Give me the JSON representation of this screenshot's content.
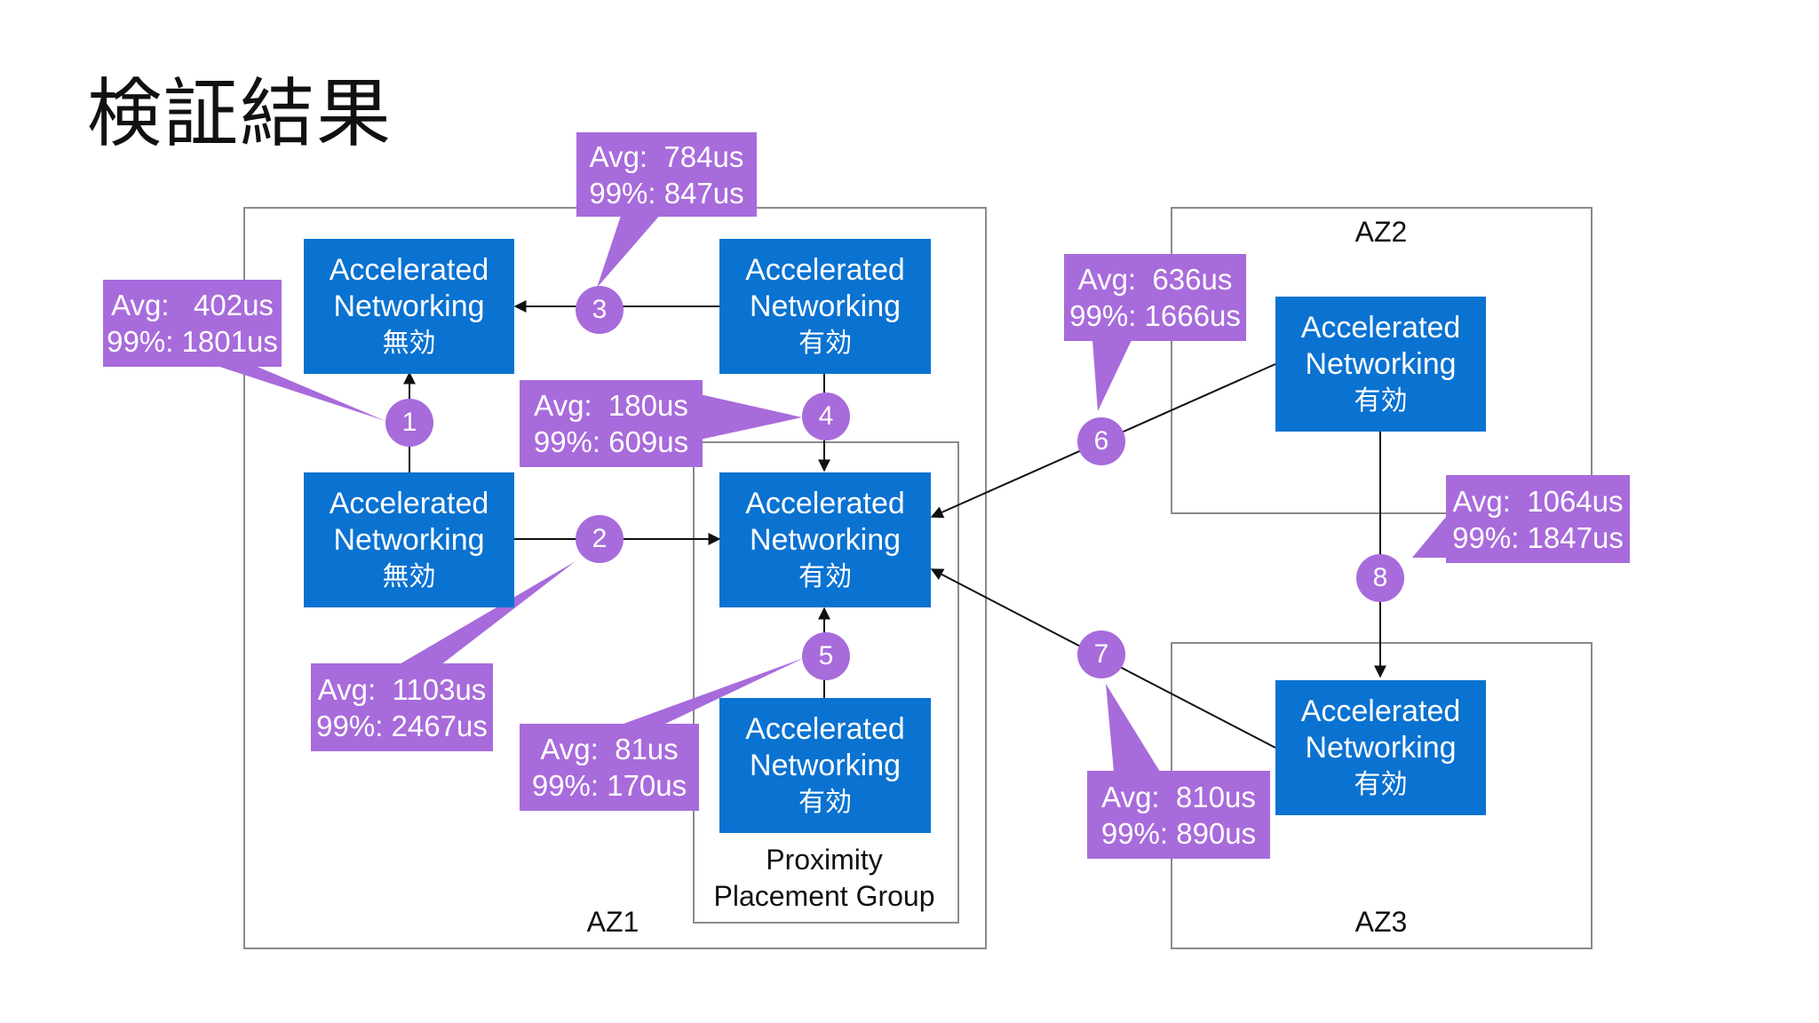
{
  "title": "検証結果",
  "zones": {
    "az1": "AZ1",
    "az2": "AZ2",
    "az3": "AZ3",
    "ppg_line1": "Proximity",
    "ppg_line2": "Placement Group"
  },
  "colors": {
    "node": "#0a72d1",
    "callout": "#a86bdb",
    "zone_border": "#8a8a8a",
    "line": "#111111"
  },
  "nodes": [
    {
      "id": "n1",
      "line1": "Accelerated",
      "line2": "Networking",
      "state": "無効"
    },
    {
      "id": "n2",
      "line1": "Accelerated",
      "line2": "Networking",
      "state": "有効"
    },
    {
      "id": "n3",
      "line1": "Accelerated",
      "line2": "Networking",
      "state": "無効"
    },
    {
      "id": "n4",
      "line1": "Accelerated",
      "line2": "Networking",
      "state": "有効"
    },
    {
      "id": "n5",
      "line1": "Accelerated",
      "line2": "Networking",
      "state": "有効"
    },
    {
      "id": "n6",
      "line1": "Accelerated",
      "line2": "Networking",
      "state": "有効"
    },
    {
      "id": "n7",
      "line1": "Accelerated",
      "line2": "Networking",
      "state": "有効"
    }
  ],
  "badges": [
    "1",
    "2",
    "3",
    "4",
    "5",
    "6",
    "7",
    "8"
  ],
  "callouts": [
    {
      "id": "c1",
      "avg": "Avg:   402us",
      "p99": "99%: 1801us"
    },
    {
      "id": "c2",
      "avg": "Avg:  1103us",
      "p99": "99%: 2467us"
    },
    {
      "id": "c3",
      "avg": "Avg:  784us",
      "p99": "99%: 847us"
    },
    {
      "id": "c4",
      "avg": "Avg:  180us",
      "p99": "99%: 609us"
    },
    {
      "id": "c5",
      "avg": "Avg:  81us",
      "p99": "99%: 170us"
    },
    {
      "id": "c6",
      "avg": "Avg:  636us",
      "p99": "99%: 1666us"
    },
    {
      "id": "c7",
      "avg": "Avg:  810us",
      "p99": "99%: 890us"
    },
    {
      "id": "c8",
      "avg": "Avg:  1064us",
      "p99": "99%: 1847us"
    }
  ]
}
